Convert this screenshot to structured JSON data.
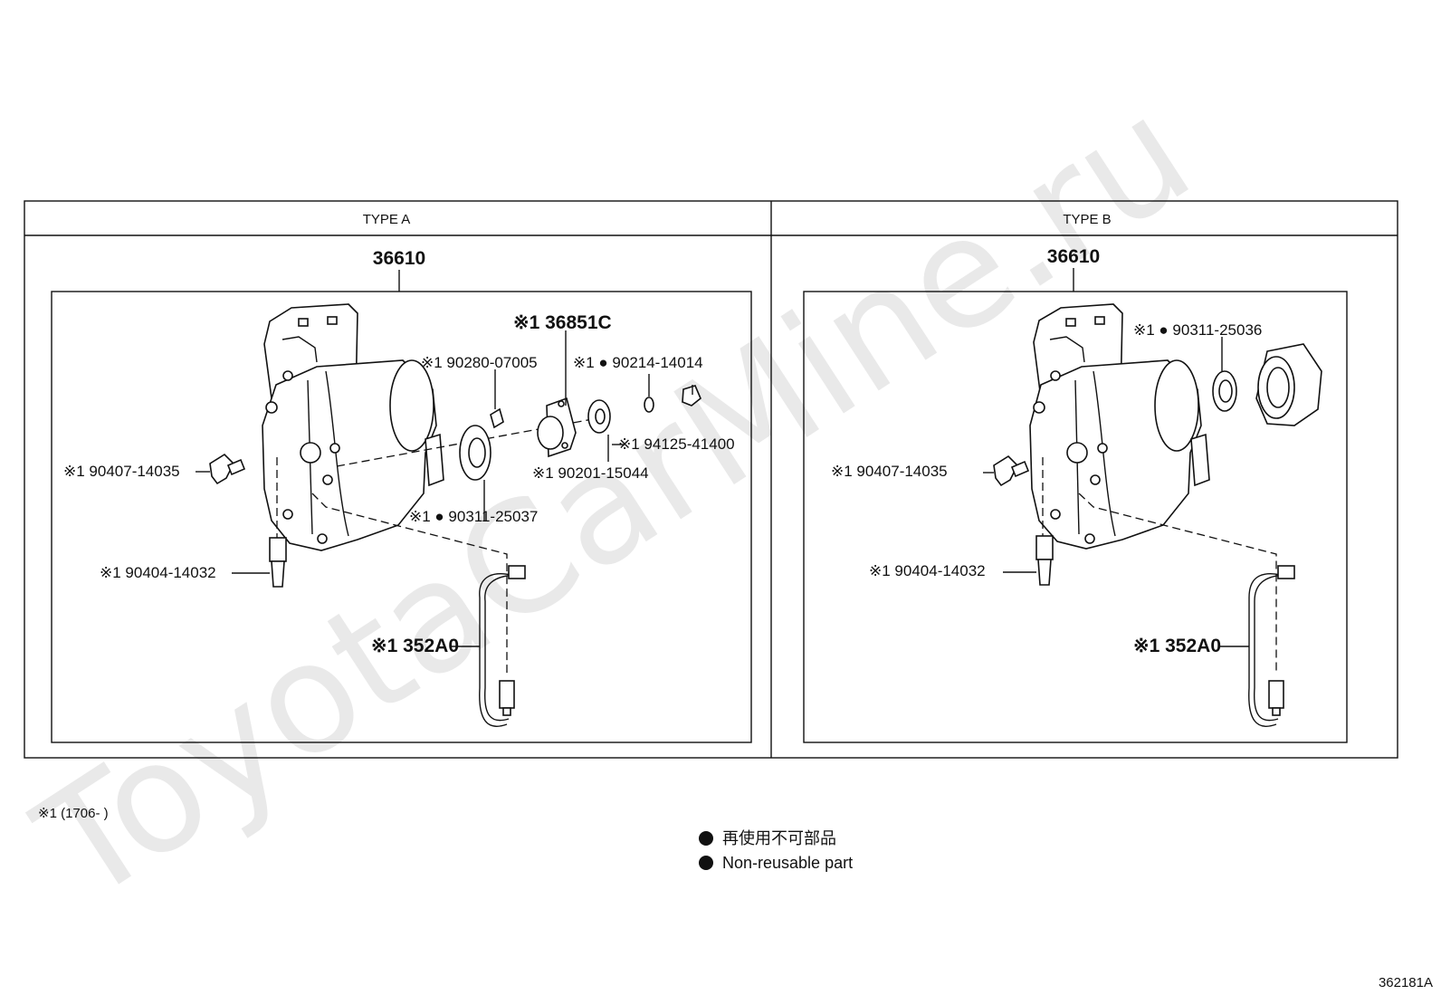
{
  "watermark": "ToyotaCarMine.ru",
  "footnote": "※1 (1706-      )",
  "figure_id": "362181A",
  "legend": {
    "line1": "再使用不可部品",
    "line2": "Non-reusable part"
  },
  "type_a": {
    "header": "TYPE A",
    "assembly": "36610",
    "labels": {
      "l_36851c": "※1 36851C",
      "l_90280": "※1 90280-07005",
      "l_90214": "※1 ● 90214-14014",
      "l_94125": "※1 94125-41400",
      "l_90201": "※1 90201-15044",
      "l_90311": "※1 ● 90311-25037",
      "l_90407": "※1 90407-14035",
      "l_90404": "※1 90404-14032",
      "l_352a0": "※1 352A0"
    }
  },
  "type_b": {
    "header": "TYPE B",
    "assembly": "36610",
    "labels": {
      "l_90311": "※1 ● 90311-25036",
      "l_90407": "※1 90407-14035",
      "l_90404": "※1 90404-14032",
      "l_352a0": "※1 352A0"
    }
  }
}
